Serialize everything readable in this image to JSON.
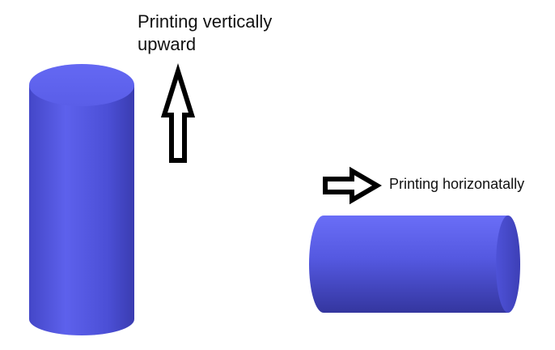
{
  "labels": {
    "vertical": {
      "line1": "Printing vertically",
      "line2": "upward"
    },
    "horizontal": "Printing horizonatally"
  },
  "colors": {
    "cylinder_light": "#6b6ff5",
    "cylinder_mid": "#4f52d4",
    "cylinder_dark": "#2e2f9a",
    "cap": "#5a5ef0",
    "arrow_fill": "#ffffff",
    "arrow_stroke": "#000000"
  },
  "icons": {
    "vertical_arrow": "arrow-up-icon",
    "horizontal_arrow": "arrow-right-icon"
  }
}
